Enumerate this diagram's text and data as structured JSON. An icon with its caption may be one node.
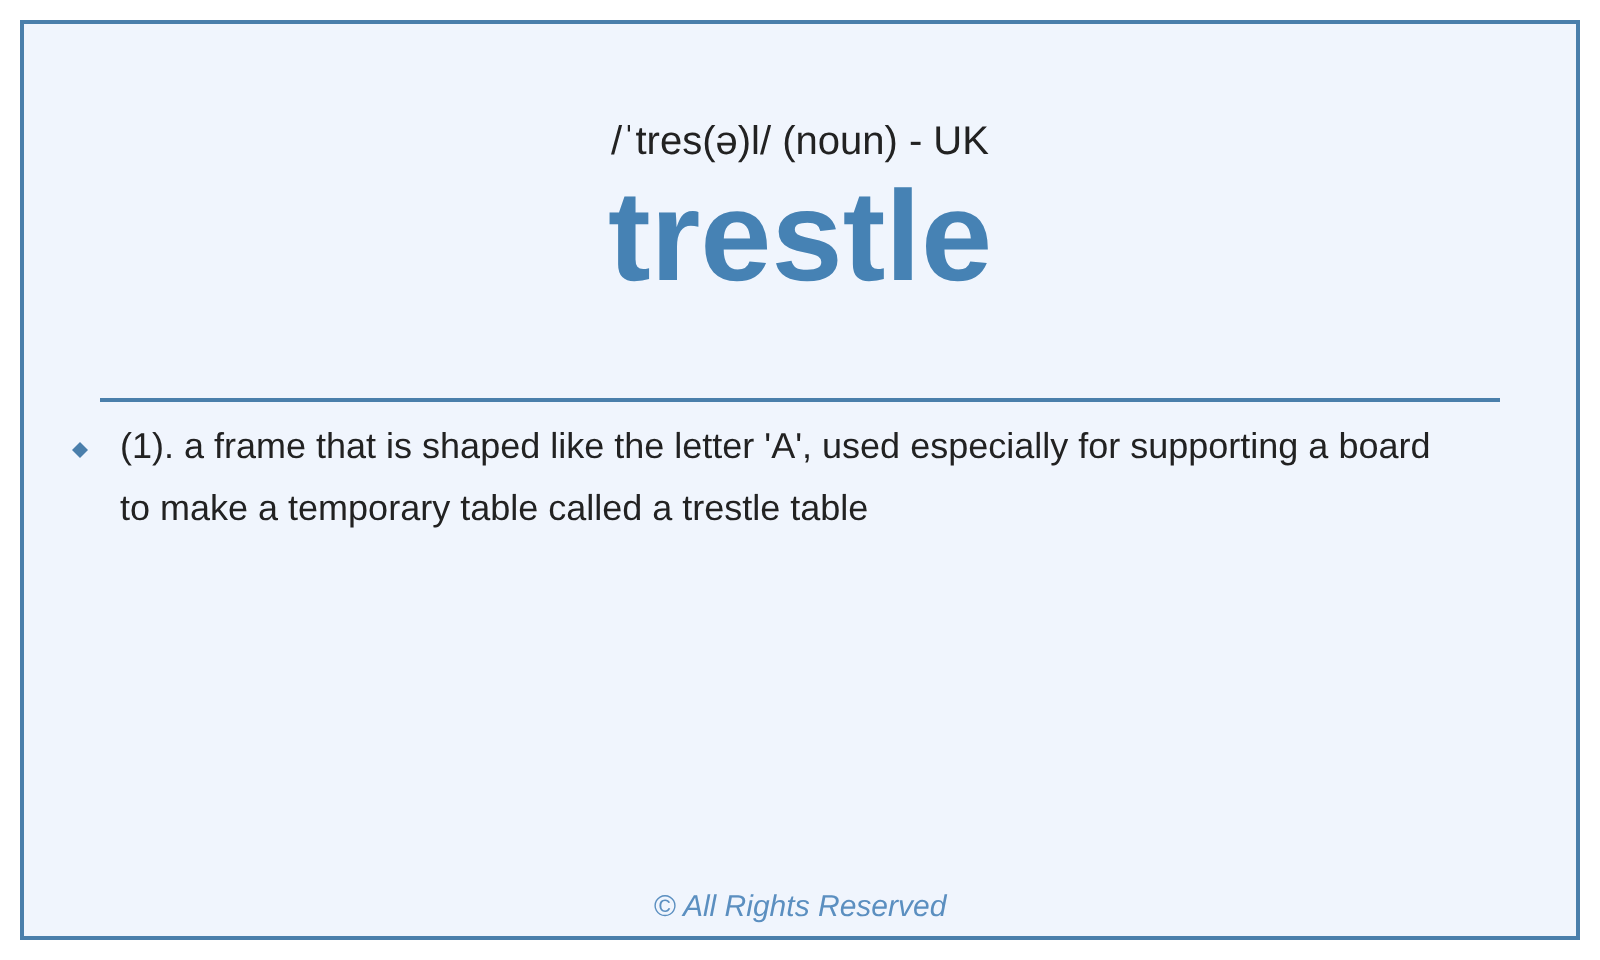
{
  "diagram": {
    "title": "trestle",
    "labels": [
      "/ˈtres(ə)l/ (noun) - UK",
      "(1). a frame that is shaped like the letter 'A', used especially for supporting a board to make a temporary table called a trestle table",
      "© All Rights Reserved"
    ]
  }
}
